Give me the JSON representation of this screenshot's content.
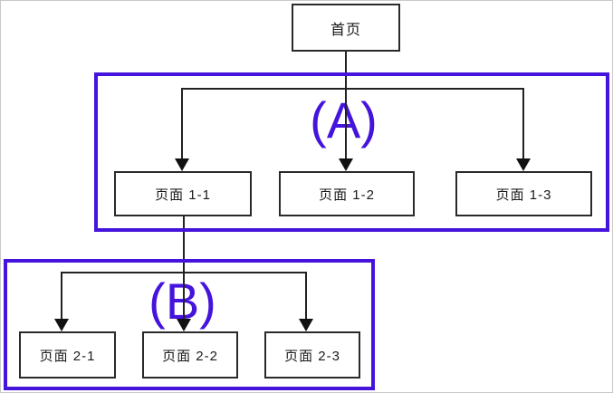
{
  "diagram": {
    "root": {
      "label": "首页"
    },
    "groups": [
      {
        "label": "(A)",
        "boxes": [
          {
            "label": "页面 1-1"
          },
          {
            "label": "页面 1-2"
          },
          {
            "label": "页面 1-3"
          }
        ]
      },
      {
        "label": "(B)",
        "boxes": [
          {
            "label": "页面 2-1"
          },
          {
            "label": "页面 2-2"
          },
          {
            "label": "页面 2-3"
          }
        ]
      }
    ],
    "colors": {
      "accent": "#4514dc",
      "line": "#222222",
      "box_border": "#2a2a2a",
      "background": "#ffffff"
    }
  }
}
